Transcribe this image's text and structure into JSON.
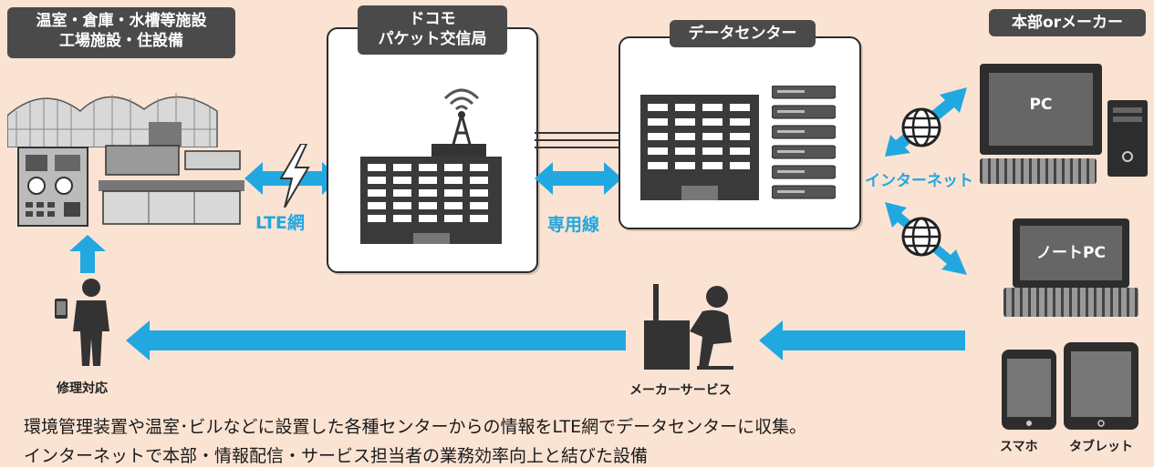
{
  "facility": {
    "line1": "温室・倉庫・水槽等施設",
    "line2": "工場施設・住設備"
  },
  "docomo": {
    "line1": "ドコモ",
    "line2": "パケット交信局"
  },
  "datacenter": {
    "label": "データセンター"
  },
  "hq": {
    "label": "本部orメーカー"
  },
  "links": {
    "lte": "LTE網",
    "dedicated": "専用線",
    "internet": "インターネット"
  },
  "devices": {
    "pc": "PC",
    "notebook": "ノートPC",
    "smartphone": "スマホ",
    "tablet": "タブレット"
  },
  "people": {
    "repair": "修理対応",
    "service": "メーカーサービス"
  },
  "caption": {
    "line1": "環境管理装置や温室･ビルなどに設置した各種センターからの情報をLTE網でデータセンターに収集。",
    "line2": "インターネットで本部・情報配信・サービス担当者の業務効率向上と結びた設備"
  },
  "colors": {
    "arrow": "#22a8e0",
    "tag": "#4a4a4a",
    "background": "#fbe3d3"
  }
}
